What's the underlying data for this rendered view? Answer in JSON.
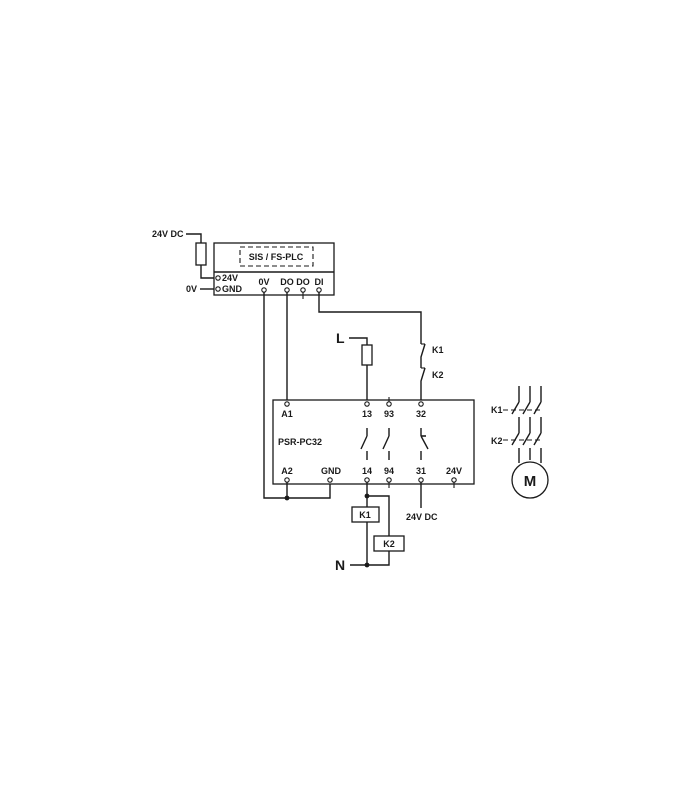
{
  "power": {
    "supply_24v_dc": "24V DC",
    "supply_0v": "0V",
    "line_l": "L",
    "neutral_n": "N",
    "relay_24v_dc": "24V DC"
  },
  "plc": {
    "title": "SIS / FS-PLC",
    "term_24v": "24V",
    "term_gnd": "GND",
    "term_0v": "0V",
    "term_do1": "DO",
    "term_do2": "DO",
    "term_di": "DI"
  },
  "relay": {
    "model": "PSR-PC32",
    "t_a1": "A1",
    "t_13": "13",
    "t_93": "93",
    "t_32": "32",
    "t_a2": "A2",
    "t_gnd": "GND",
    "t_14": "14",
    "t_94": "94",
    "t_31": "31",
    "t_24v": "24V"
  },
  "contactors": {
    "k1_feedback": "K1",
    "k2_feedback": "K2",
    "k1_coil": "K1",
    "k2_coil": "K2",
    "k1_main": "K1",
    "k2_main": "K2"
  },
  "motor": {
    "label": "M"
  }
}
